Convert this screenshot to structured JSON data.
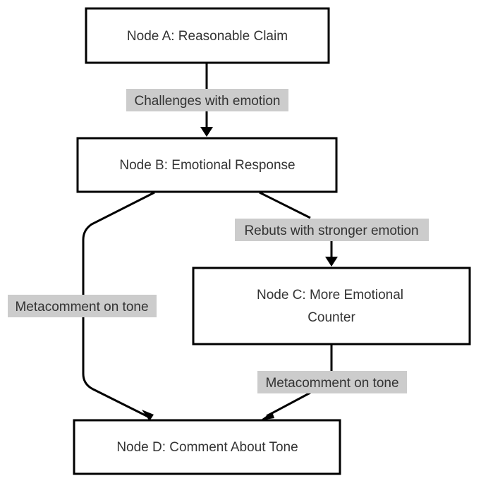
{
  "nodes": {
    "a": {
      "label": "Node A: Reasonable Claim"
    },
    "b": {
      "label": "Node B: Emotional Response"
    },
    "c": {
      "label_line1": "Node C: More Emotional",
      "label_line2": "Counter"
    },
    "d": {
      "label": "Node D: Comment About Tone"
    }
  },
  "edges": {
    "a_b": {
      "label": "Challenges with emotion"
    },
    "b_c": {
      "label": "Rebuts with stronger emotion"
    },
    "b_d": {
      "label": "Metacomment on tone"
    },
    "c_d": {
      "label": "Metacomment on tone"
    }
  },
  "colors": {
    "stroke": "#000000",
    "text": "#333333",
    "edge_label_bg": "#cccccc",
    "node_fill": "#ffffff"
  }
}
